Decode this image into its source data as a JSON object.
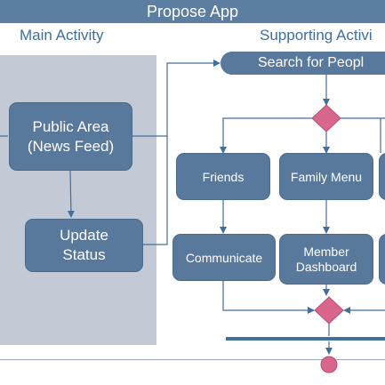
{
  "app_title": "Propose App",
  "lanes": {
    "main": "Main Activity",
    "supporting": "Supporting Activi"
  },
  "nodes": {
    "search": "Search for Peopl",
    "public_area": [
      "Public Area",
      "(News Feed)"
    ],
    "update_status": [
      "Update",
      "Status"
    ],
    "friends": "Friends",
    "family_menu": "Family Menu",
    "communicate": "Communicate",
    "member_dashboard": [
      "Member",
      "Dashboard"
    ]
  },
  "colors": {
    "node_fill": "#58799c",
    "lane_fill": "#c3cad6",
    "decision": "#d9668c",
    "connector": "#3f6f9e"
  }
}
